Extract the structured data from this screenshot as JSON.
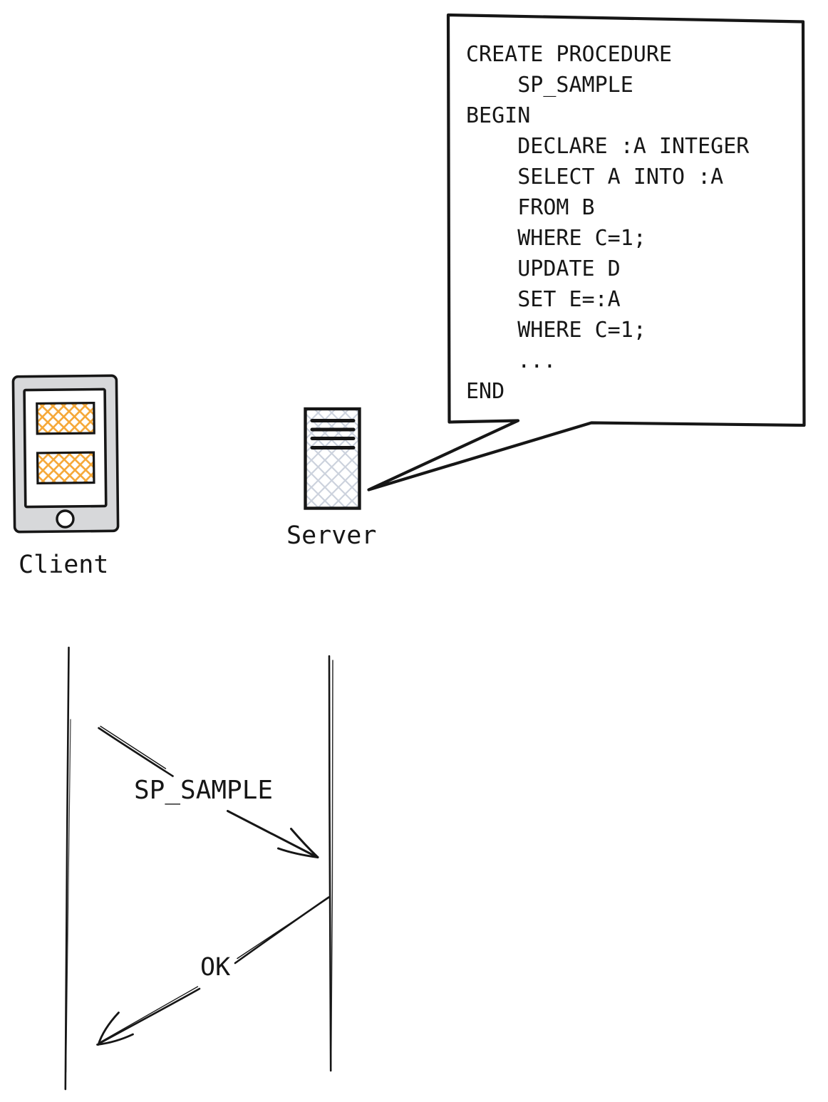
{
  "bubble": {
    "code_lines": [
      "CREATE PROCEDURE",
      "    SP_SAMPLE",
      "BEGIN",
      "    DECLARE :A INTEGER",
      "    SELECT A INTO :A",
      "    FROM B",
      "    WHERE C=1;",
      "    UPDATE D",
      "    SET E=:A",
      "    WHERE C=1;",
      "    ...",
      "END"
    ]
  },
  "nodes": {
    "client": {
      "label": "Client"
    },
    "server": {
      "label": "Server"
    }
  },
  "sequence": {
    "messages": [
      {
        "label": "SP_SAMPLE",
        "direction": "left-to-right"
      },
      {
        "label": "OK",
        "direction": "right-to-left"
      }
    ]
  },
  "colors": {
    "ink": "#161616",
    "paper": "#ffffff",
    "device_body": "#d7d8da",
    "screen_hatch": "#f5a736",
    "server_hatch": "#ccd2dd"
  }
}
